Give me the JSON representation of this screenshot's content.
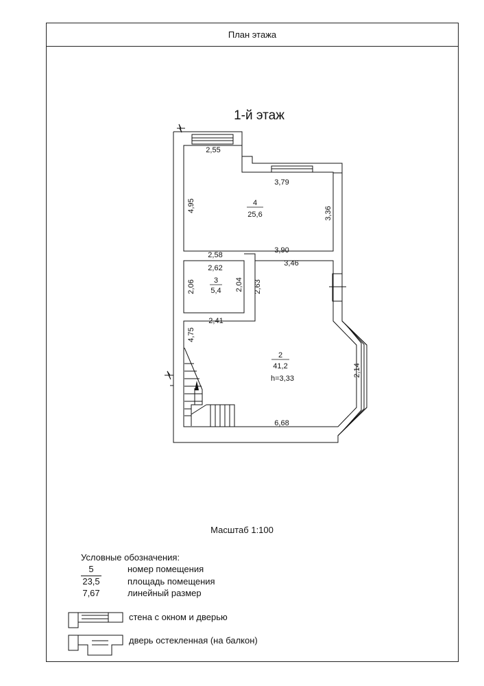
{
  "sheet": {
    "title": "План этажа"
  },
  "floor": {
    "title": "1-й этаж"
  },
  "rooms": [
    {
      "number": "4",
      "area": "25,6"
    },
    {
      "number": "3",
      "area": "5,4"
    },
    {
      "number": "2",
      "area": "41,2",
      "height": "h=3,33"
    }
  ],
  "dimensions": [
    "2,55",
    "3,79",
    "4,95",
    "3,36",
    "2,58",
    "3,90",
    "2,62",
    "3,46",
    "2,06",
    "2,04",
    "2,63",
    "2,41",
    "4,75",
    "2,14",
    "6,68"
  ],
  "scale": "Масштаб 1:100",
  "legend": {
    "heading": "Условные обозначения:",
    "items": [
      {
        "key": "5",
        "description": "номер помещения"
      },
      {
        "key": "23,5",
        "description": "площадь помещения"
      },
      {
        "key": "7,67",
        "description": "линейный размер"
      }
    ],
    "symbols": [
      {
        "description": "стена с окном и дверью"
      },
      {
        "description": "дверь остекленная  (на балкон)"
      }
    ]
  }
}
